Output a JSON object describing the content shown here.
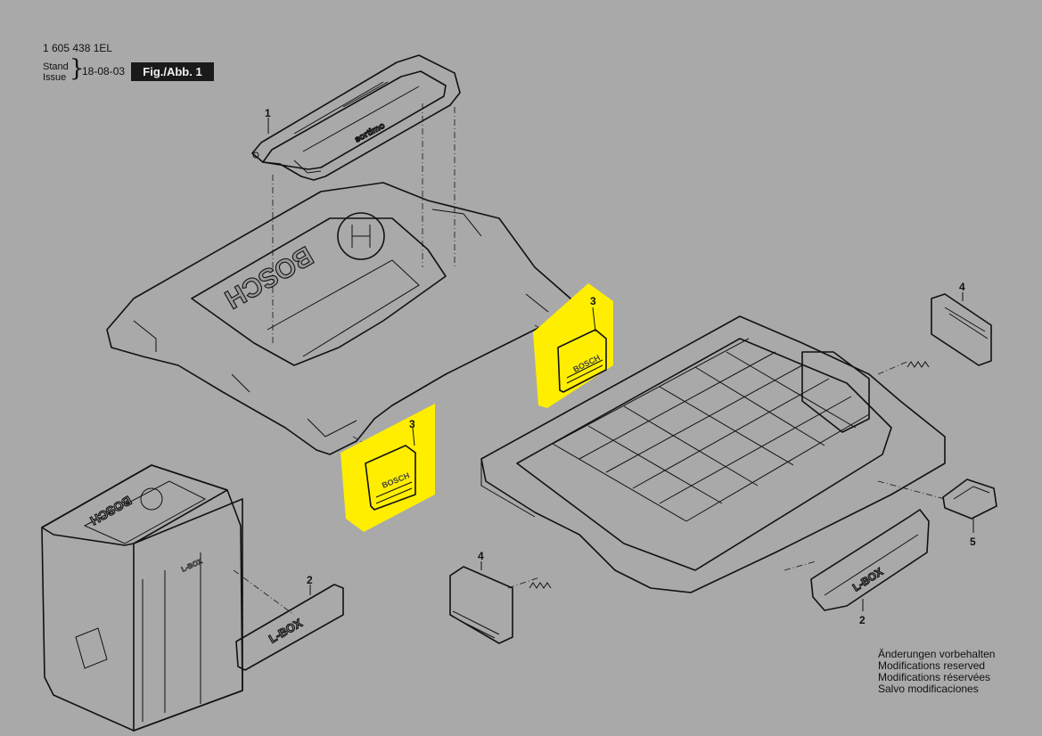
{
  "header": {
    "doc_number": "1 605 438 1EL",
    "stand_label": "Stand",
    "issue_label": "Issue",
    "brace": "}",
    "date": "18-08-03",
    "fig_label": "Fig./Abb. 1"
  },
  "callouts": {
    "handle_top": "1",
    "lbox_side_small": "2",
    "lbox_side_large": "2",
    "lower_clip": "3",
    "upper_clip": "3",
    "latch_left": "4",
    "latch_right": "4",
    "hinge_cap": "5"
  },
  "embossed": {
    "lid_brand": "BOSCH",
    "handle_brand": "sortimo",
    "box_brand": "BOSCH",
    "box_label": "L-BOX",
    "side_label_small": "L-BOX",
    "side_label_large": "L-BOX",
    "clip_brand_upper": "BOSCH",
    "clip_brand_lower": "BOSCH"
  },
  "notice": [
    "Änderungen vorbehalten",
    "Modifications reserved",
    "Modifications réservées",
    "Salvo modificaciones"
  ],
  "colors": {
    "background": "#a9a9a9",
    "part_fill": "#9a9a9a",
    "highlight": "#ffee00",
    "line": "#111111",
    "fig_label_bg": "#1a1a1a"
  }
}
